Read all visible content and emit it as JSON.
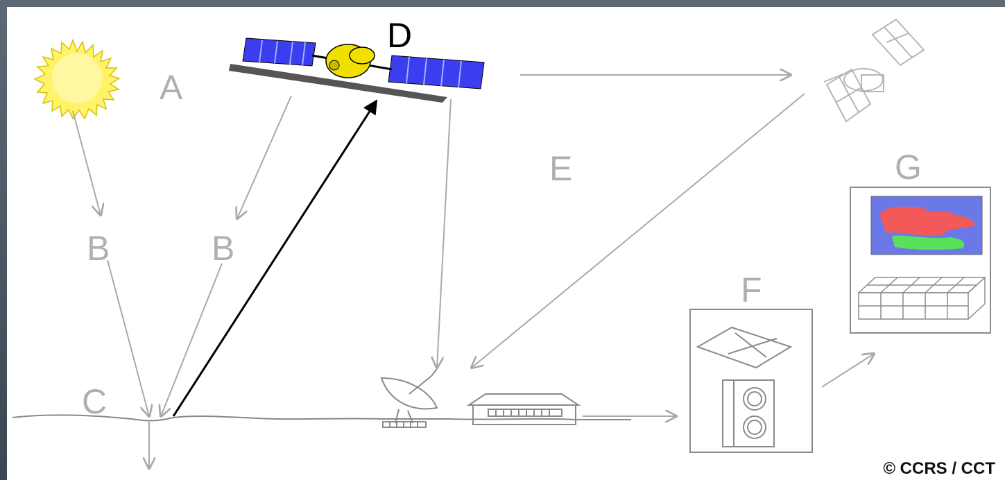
{
  "labels": {
    "a": "A",
    "b_left": "B",
    "b_right": "B",
    "c": "C",
    "d": "D",
    "e": "E",
    "f": "F",
    "g": "G"
  },
  "copyright": "© CCRS / CCT",
  "colors": {
    "sun": "#fff36a",
    "solar_panel": "#3d3df0",
    "satellite_body": "#f0e000",
    "arrow_gray": "#a9a9a9",
    "arrow_black": "#000000",
    "map_red": "#f25a5a",
    "map_green": "#5ae05a",
    "map_blue": "#6a78e8"
  }
}
